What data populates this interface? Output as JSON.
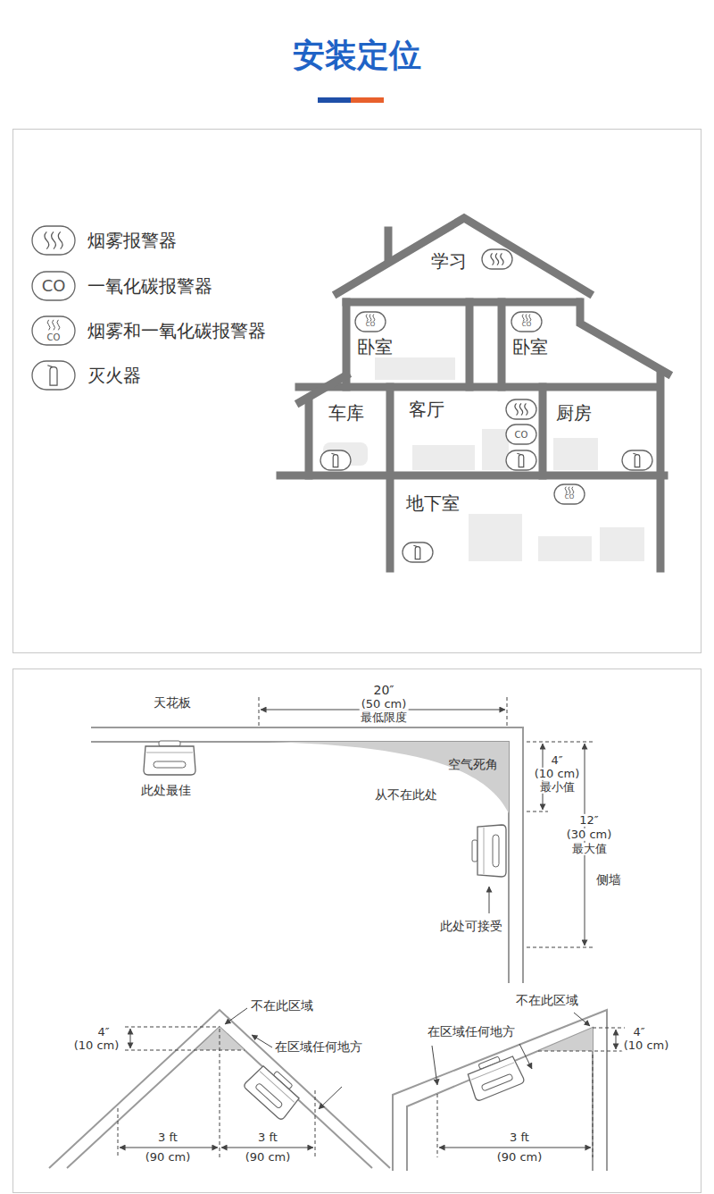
{
  "diagram": {
    "title": "安装定位",
    "labels": [
      "学习",
      "卧室",
      "卧室",
      "车库",
      "客厅",
      "厨房",
      "地下室",
      "CO",
      "CO",
      "CO",
      "CO",
      "CO",
      "CO",
      "天花板",
      "20″",
      "(50 cm)",
      "最低限度",
      "此处最佳",
      "空气死角",
      "从不在此处",
      "4″",
      "(10 cm)",
      "最小值",
      "12″",
      "(30 cm)",
      "最大值",
      "侧墙",
      "此处可接受",
      "不在此区域",
      "在区域任何地方",
      "4″",
      "(10 cm)",
      "3 ft",
      "(90 cm)",
      "3 ft",
      "(90 cm)",
      "不在此区域",
      "在区域任何地方",
      "4″",
      "(10 cm)",
      "3 ft",
      "(90 cm)"
    ],
    "legend": [
      {
        "text": "烟雾报警器"
      },
      {
        "text": "一氧化碳报警器"
      },
      {
        "text": "烟雾和一氧化碳报警器"
      },
      {
        "text": "灭火器"
      }
    ]
  }
}
